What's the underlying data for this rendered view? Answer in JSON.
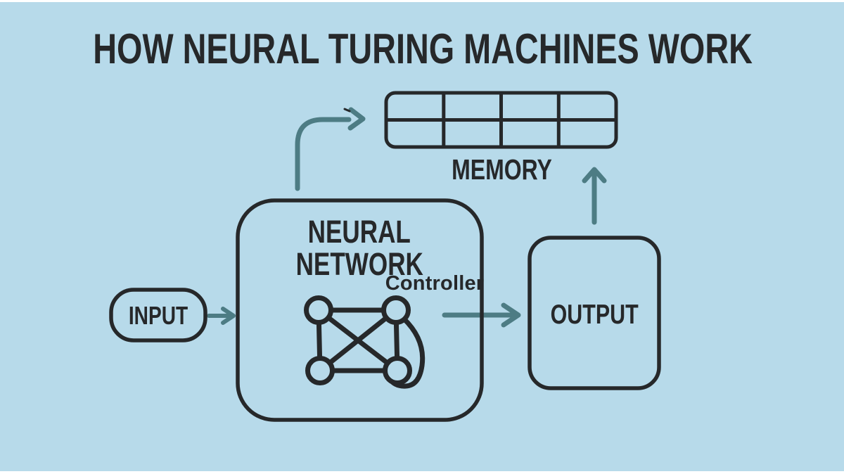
{
  "title": "HOW NEURAL TURING MACHINES WORK",
  "colors": {
    "background": "#b7daea",
    "ink": "#26282a",
    "accent_teal": "#4d7c84",
    "edge_frame": "#ffffff"
  },
  "diagram": {
    "memory": {
      "label": "MEMORY",
      "grid_rows": 2,
      "grid_cols": 4
    },
    "neural_network": {
      "label_line1": "NEURAL",
      "label_line2": "NETWORK",
      "sublabel": "Controller",
      "icon": "fully-connected-4-node-graph"
    },
    "input": {
      "label": "INPUT"
    },
    "output": {
      "label": "OUTPUT"
    },
    "arrows": [
      {
        "name": "input-to-controller",
        "direction": "right"
      },
      {
        "name": "controller-to-memory",
        "direction": "up-then-right-curved"
      },
      {
        "name": "controller-to-output",
        "direction": "right"
      },
      {
        "name": "output-to-memory",
        "direction": "up"
      }
    ]
  }
}
